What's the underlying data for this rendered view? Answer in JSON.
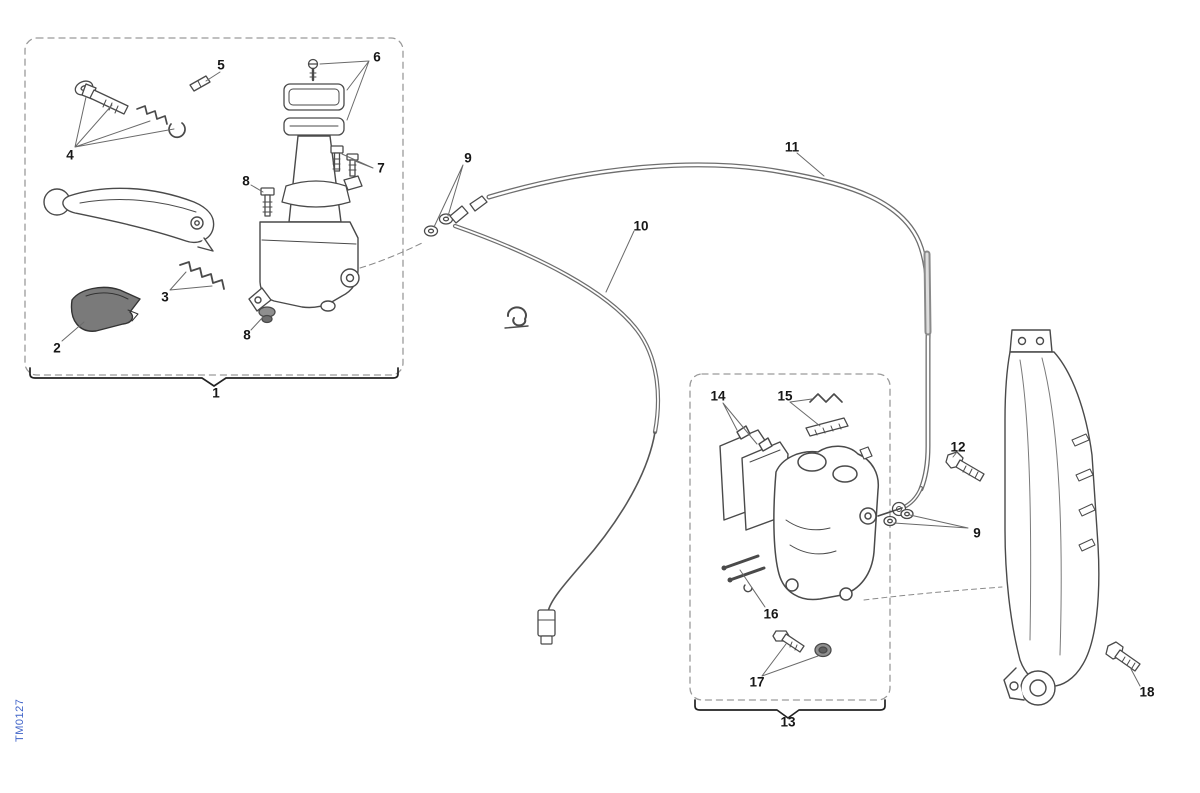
{
  "watermark": "TM0127",
  "callouts": {
    "1": "1",
    "2": "2",
    "3": "3",
    "4": "4",
    "5": "5",
    "6": "6",
    "7": "7",
    "8": "8",
    "9": "9",
    "10": "10",
    "11": "11",
    "12": "12",
    "13": "13",
    "14": "14",
    "15": "15",
    "16": "16",
    "17": "17",
    "18": "18"
  }
}
